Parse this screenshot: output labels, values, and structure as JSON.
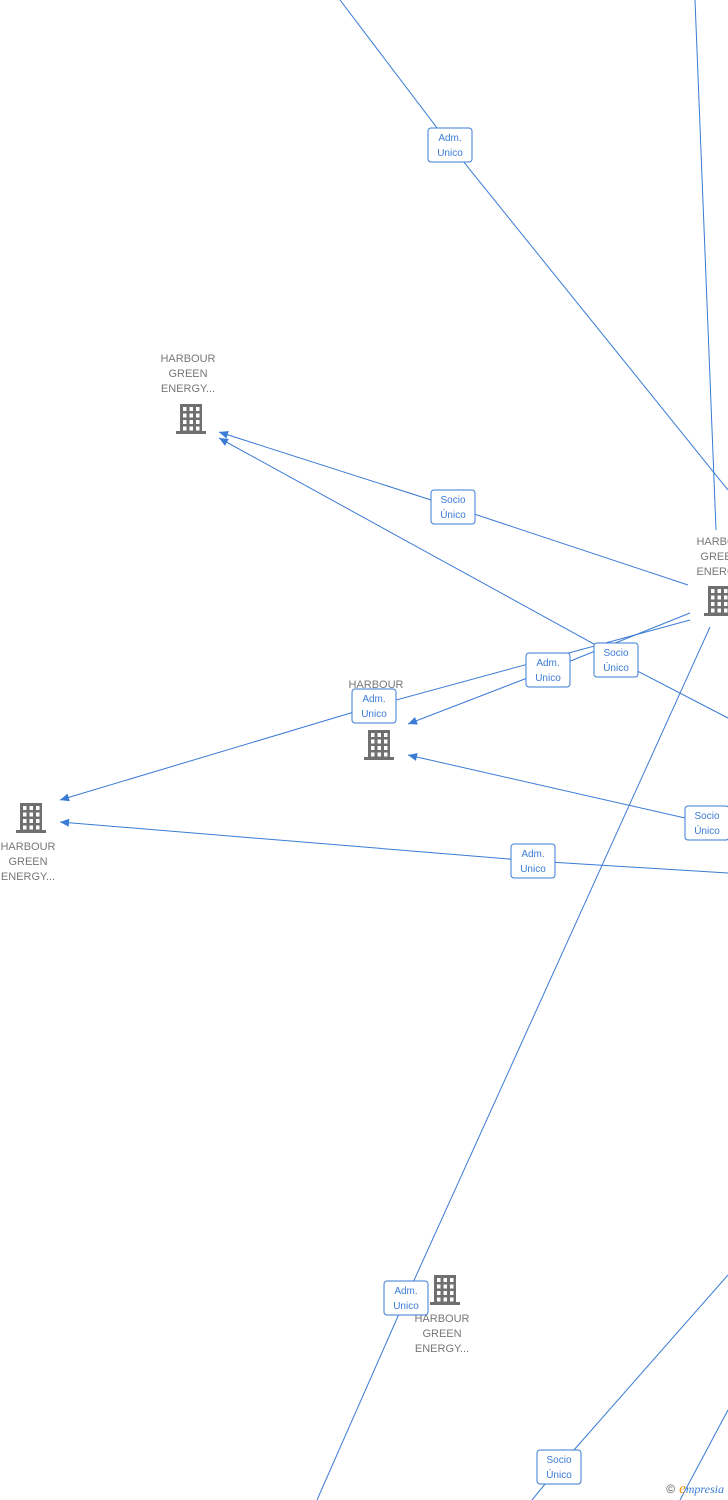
{
  "nodes": [
    {
      "id": "n1",
      "label": [
        "HARBOUR",
        "GREEN",
        "ENERGY..."
      ]
    },
    {
      "id": "n2",
      "label": [
        "HARBO",
        "GREE",
        "ENERG"
      ]
    },
    {
      "id": "n3",
      "label": [
        "HARBOUR",
        "E..."
      ]
    },
    {
      "id": "n4",
      "label": [
        "HARBOUR",
        "GREEN",
        "ENERGY..."
      ]
    },
    {
      "id": "n5",
      "label": [
        "HARBOUR",
        "GREEN",
        "ENERGY..."
      ]
    }
  ],
  "edges": [
    {
      "label": [
        "Adm.",
        "Unico"
      ]
    },
    {
      "label": [
        "Socio",
        "Único"
      ]
    },
    {
      "label": [
        "Socio",
        "Único"
      ]
    },
    {
      "label": [
        "Adm.",
        "Unico"
      ]
    },
    {
      "label": [
        "Socio",
        "Único"
      ]
    },
    {
      "label": [
        "Adm.",
        "Unico"
      ]
    },
    {
      "label": [
        "Adm.",
        "Unico"
      ]
    },
    {
      "label": [
        "Socio",
        "Único"
      ]
    },
    {
      "label": [
        "Adm.",
        "Unico"
      ]
    },
    {
      "label": []
    },
    {
      "label": []
    }
  ],
  "watermark": {
    "copyright": "©",
    "brand_initial": "e",
    "brand_rest": "mpresia"
  }
}
